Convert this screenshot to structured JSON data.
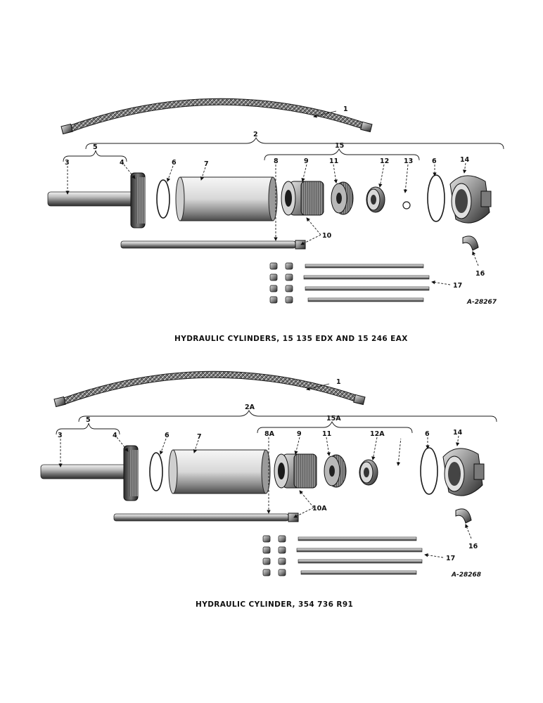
{
  "figures": [
    {
      "caption": "HYDRAULIC CYLINDERS, 15 135 EDX AND 15 246 EAX",
      "code": "A-28267",
      "labels": {
        "l1": "1",
        "l2": "2",
        "l5": "5",
        "l15": "15",
        "l3": "3",
        "l4": "4",
        "l6a": "6",
        "l7": "7",
        "l8": "8",
        "l9": "9",
        "l11": "11",
        "l12": "12",
        "l13": "13",
        "l6b": "6",
        "l14": "14",
        "l10": "10",
        "l16": "16",
        "l17": "17"
      }
    },
    {
      "caption": "HYDRAULIC CYLINDER, 354 736 R91",
      "code": "A-28268",
      "labels": {
        "l1": "1",
        "l2": "2A",
        "l5": "5",
        "l15": "15A",
        "l3": "3",
        "l4": "4",
        "l6a": "6",
        "l7": "7",
        "l8": "8A",
        "l9": "9",
        "l11": "11",
        "l12": "12A",
        "l6b": "6",
        "l14": "14",
        "l10": "10A",
        "l16": "16",
        "l17": "17"
      }
    }
  ]
}
